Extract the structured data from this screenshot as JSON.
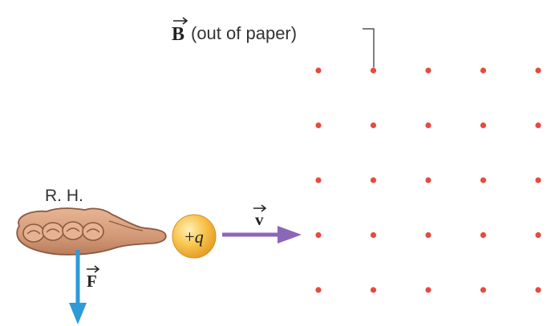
{
  "field": {
    "vector_symbol": "B",
    "annotation_rest": "(out of paper)",
    "dot_color": "#e8493f",
    "rows": 5,
    "columns": 5
  },
  "hand": {
    "label": "R. H.",
    "skin_color": "#d9a07e",
    "outline_color": "#8a5a40"
  },
  "charge": {
    "label_sign": "+",
    "label_symbol": "q",
    "fill_color": "#f7c24a"
  },
  "velocity": {
    "symbol": "v",
    "arrow_color": "#8a67b8"
  },
  "force": {
    "symbol": "F",
    "arrow_color": "#2e9ad8"
  }
}
